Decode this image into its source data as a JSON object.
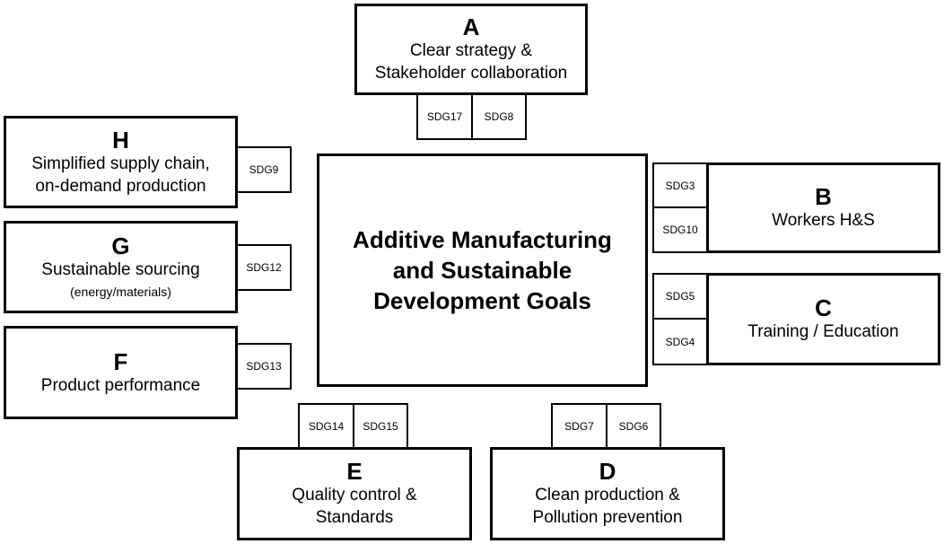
{
  "center": {
    "line1": "Additive Manufacturing",
    "line2": "and Sustainable",
    "line3": "Development Goals"
  },
  "boxes": {
    "A": {
      "letter": "A",
      "line1": "Clear strategy &",
      "line2": "Stakeholder collaboration",
      "sdgs": [
        "SDG17",
        "SDG8"
      ]
    },
    "B": {
      "letter": "B",
      "line1": "Workers H&S",
      "sdgs": [
        "SDG3",
        "SDG10"
      ]
    },
    "C": {
      "letter": "C",
      "line1": "Training / Education",
      "sdgs": [
        "SDG5",
        "SDG4"
      ]
    },
    "D": {
      "letter": "D",
      "line1": "Clean production &",
      "line2": "Pollution prevention",
      "sdgs": [
        "SDG7",
        "SDG6"
      ]
    },
    "E": {
      "letter": "E",
      "line1": "Quality control &",
      "line2": "Standards",
      "sdgs": [
        "SDG14",
        "SDG15"
      ]
    },
    "F": {
      "letter": "F",
      "line1": "Product performance",
      "sdgs": [
        "SDG13"
      ]
    },
    "G": {
      "letter": "G",
      "line1": "Sustainable sourcing",
      "line2": "(energy/materials)",
      "sdgs": [
        "SDG12"
      ]
    },
    "H": {
      "letter": "H",
      "line1": "Simplified supply chain,",
      "line2": "on-demand production",
      "sdgs": [
        "SDG9"
      ]
    }
  }
}
